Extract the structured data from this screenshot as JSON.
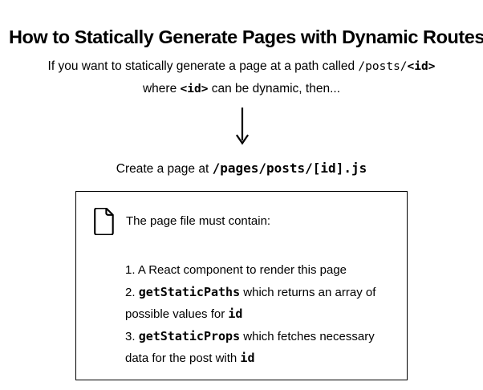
{
  "title": "How to Statically Generate Pages with Dynamic Routes",
  "intro": {
    "line1_prefix": "If you want to statically generate a page at a path called ",
    "line1_path": "/posts/",
    "line1_token": "<id>",
    "line2_prefix": "where ",
    "line2_token": "<id>",
    "line2_suffix": " can be dynamic, then..."
  },
  "arrow": {
    "icon": "arrow-down-icon",
    "direction": "down"
  },
  "caption": {
    "prefix": "Create a page at ",
    "path": "/pages/posts/[id].js"
  },
  "panel": {
    "icon": "document-file-icon",
    "heading": "The page file must contain:",
    "items": [
      {
        "number": "1.",
        "text_before": " A React component to render this page",
        "code": "",
        "text_after": ""
      },
      {
        "number": "2.",
        "text_before": " ",
        "code": "getStaticPaths",
        "text_after": " which returns an array of possible values for ",
        "code2": "id"
      },
      {
        "number": "3.",
        "text_before": " ",
        "code": "getStaticProps",
        "text_after": " which fetches necessary data for the post with ",
        "code2": "id"
      }
    ]
  },
  "colors": {
    "background": "#ffffff",
    "foreground": "#000000",
    "border": "#000000"
  }
}
